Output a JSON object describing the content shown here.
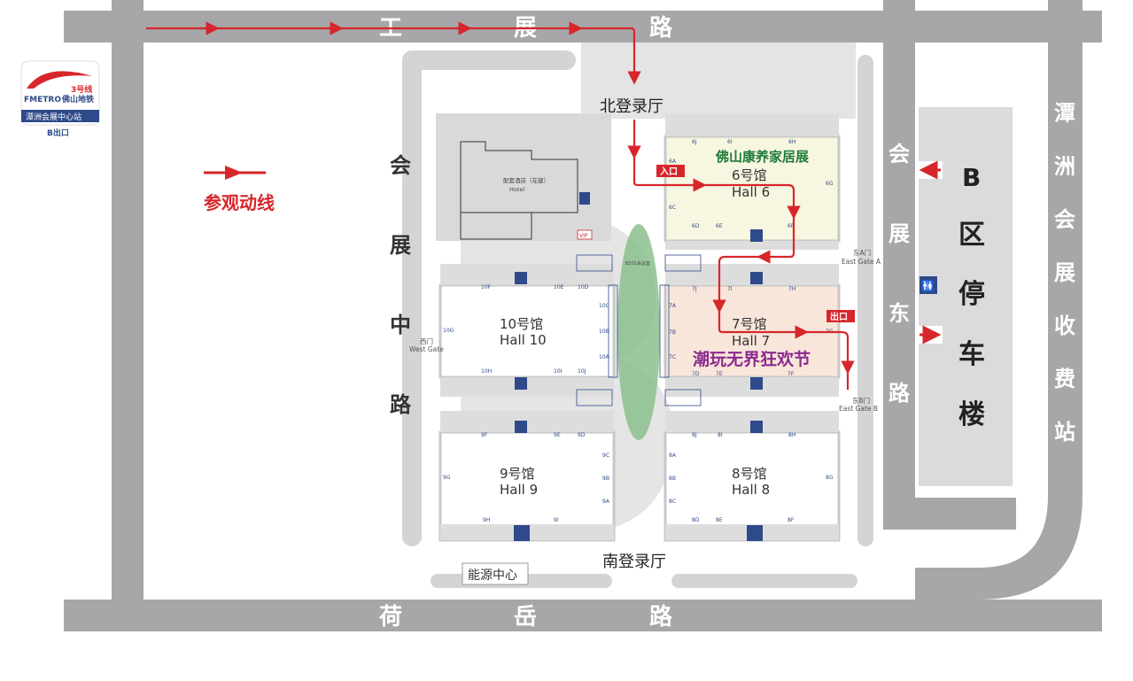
{
  "roads": {
    "top": [
      "工",
      "展",
      "路"
    ],
    "bottom": [
      "荷",
      "岳",
      "路"
    ],
    "west": [
      "会",
      "展",
      "中",
      "路"
    ],
    "east": [
      "会",
      "展",
      "东",
      "路"
    ],
    "far_east": [
      "潭",
      "洲",
      "会",
      "展",
      "收",
      "费",
      "站"
    ]
  },
  "metro": {
    "line": "3号线",
    "brand": "FMETRO",
    "company": "佛山地铁",
    "station": "潭洲会展中心站",
    "exit": "B出口"
  },
  "legend": {
    "label": "参观动线",
    "color": "#d7262b"
  },
  "lobbies": {
    "north": "北登录厅",
    "south": "南登录厅"
  },
  "hotel": {
    "cn": "配套酒店（在建）",
    "en": "Hotel"
  },
  "vip": "VIP",
  "center_room": "B201会议室",
  "energy_center": "能源中心",
  "parking": {
    "b": "B",
    "chars": [
      "区",
      "停",
      "车",
      "楼"
    ]
  },
  "halls": {
    "h6": {
      "cn": "6号馆",
      "en": "Hall 6",
      "event": "佛山康养家居展",
      "fill": "#f7f6e0",
      "event_color": "#1e7b3a"
    },
    "h7": {
      "cn": "7号馆",
      "en": "Hall 7",
      "event": "潮玩无界狂欢节",
      "fill": "#f9e6da",
      "event_color": "#8b2a8e"
    },
    "h8": {
      "cn": "8号馆",
      "en": "Hall 8"
    },
    "h9": {
      "cn": "9号馆",
      "en": "Hall 9"
    },
    "h10": {
      "cn": "10号馆",
      "en": "Hall 10"
    }
  },
  "gates": {
    "west": {
      "cn": "西门",
      "en": "West Gate"
    },
    "east_a": {
      "cn": "东A门",
      "en": "East Gate A"
    },
    "east_b": {
      "cn": "东B门",
      "en": "East Gate B"
    }
  },
  "markers": {
    "entrance": "入口",
    "exit": "出口"
  },
  "doors": {
    "h6": [
      "6J",
      "6I",
      "6H",
      "6A",
      "6C",
      "6D",
      "6E",
      "6F",
      "6G"
    ],
    "h7": [
      "7J",
      "7I",
      "7H",
      "7A",
      "7B",
      "7C",
      "7D",
      "7E",
      "7F",
      "7G"
    ],
    "h8": [
      "8J",
      "8I",
      "8H",
      "8A",
      "8B",
      "8C",
      "8D",
      "8E",
      "8F",
      "8G"
    ],
    "h9": [
      "9F",
      "9E",
      "9D",
      "9C",
      "9B",
      "9A",
      "9G",
      "9H",
      "9I"
    ],
    "h10": [
      "10F",
      "10E",
      "10D",
      "10C",
      "10B",
      "10A",
      "10G",
      "10H",
      "10I",
      "10J"
    ]
  },
  "icons": [
    "metro-logo-icon",
    "restroom-icon",
    "arrow-icon",
    "parking-arrow-icon"
  ],
  "colors": {
    "road": "#a7a7a9",
    "route": "#d7262b",
    "hall_border": "#c8c8c8",
    "oval": "#8cc08e"
  }
}
